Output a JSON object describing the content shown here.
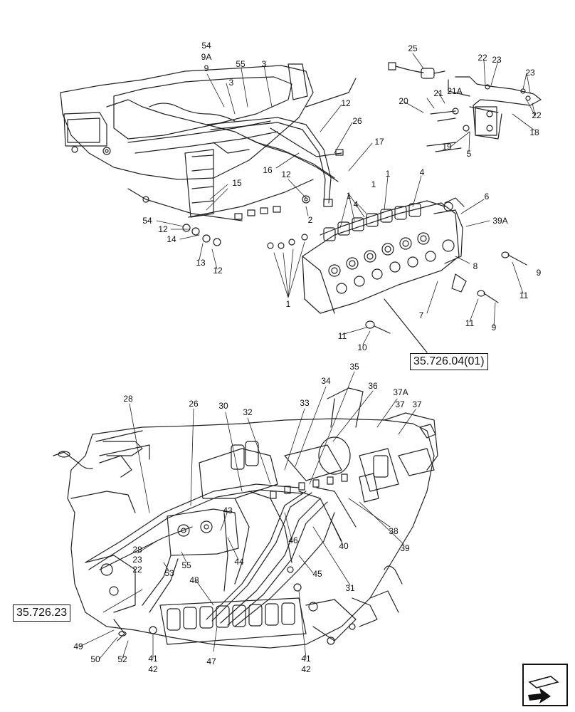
{
  "callouts": {
    "top": [
      "54",
      "9A",
      "9",
      "55",
      "3",
      "3",
      "12",
      "26",
      "17",
      "16",
      "12",
      "2",
      "15",
      "54",
      "12",
      "14",
      "13",
      "12",
      "1",
      "4",
      "1",
      "4",
      "1",
      "1",
      "6",
      "39A",
      "8",
      "9",
      "11",
      "7",
      "11",
      "9",
      "11",
      "10",
      "25",
      "22",
      "23",
      "23",
      "21A",
      "21",
      "20",
      "22",
      "18",
      "19",
      "5"
    ],
    "bottom": [
      "28",
      "26",
      "30",
      "32",
      "33",
      "34",
      "35",
      "36",
      "37A",
      "37",
      "37",
      "38",
      "39",
      "43",
      "46",
      "40",
      "31",
      "45",
      "44",
      "55",
      "53",
      "28",
      "23",
      "22",
      "48",
      "49",
      "50",
      "52",
      "41",
      "42",
      "47",
      "41",
      "42"
    ]
  },
  "references": {
    "top_group": "35.726.04(01)",
    "left_group": "35.726.23"
  },
  "nav": {
    "icon": "arrow-next-page-icon"
  }
}
